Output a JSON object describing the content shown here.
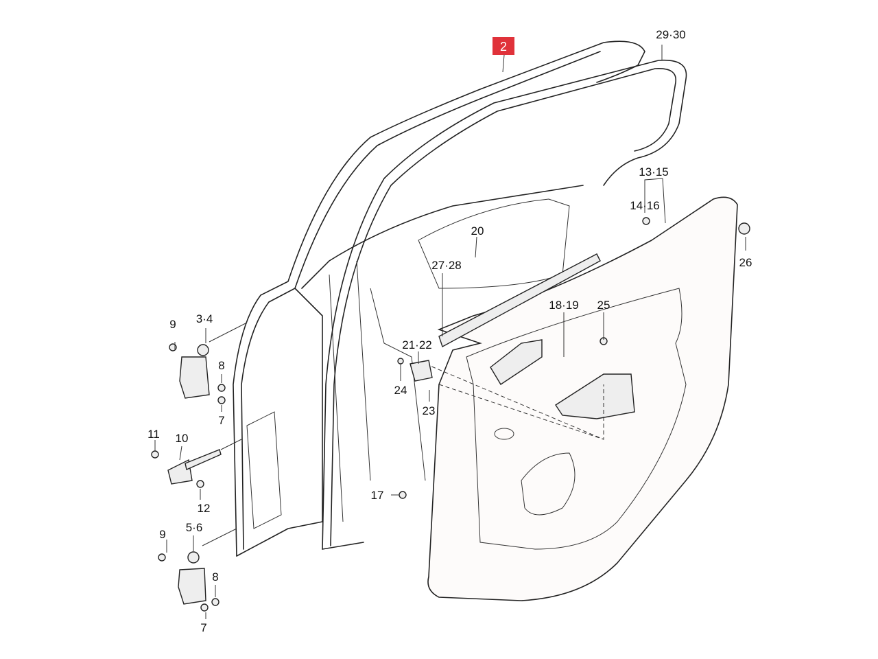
{
  "diagram": {
    "highlight_color": "#e0323a",
    "highlighted_part": "2",
    "labels": {
      "p2": "2",
      "p29_30": "29·30",
      "p13_15": "13·15",
      "p14_16": "14·16",
      "p26": "26",
      "p20": "20",
      "p27_28": "27·28",
      "p18_19": "18·19",
      "p25": "25",
      "p21_22": "21·22",
      "p24": "24",
      "p23": "23",
      "p9_top": "9",
      "p3_4": "3·4",
      "p8_top": "8",
      "p7_top": "7",
      "p11": "11",
      "p10": "10",
      "p12": "12",
      "p17": "17",
      "p9_bottom": "9",
      "p5_6": "5·6",
      "p8_bottom": "8",
      "p7_bottom": "7"
    }
  }
}
